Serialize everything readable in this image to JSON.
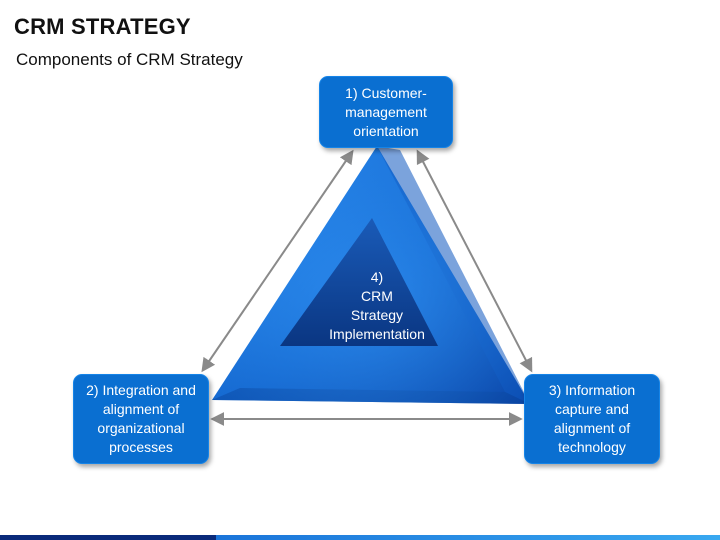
{
  "header": {
    "title": "CRM STRATEGY",
    "subtitle": "Components of CRM Strategy"
  },
  "diagram": {
    "nodes": [
      {
        "id": "1",
        "label": "1) Customer-management orientation"
      },
      {
        "id": "2",
        "label": "2) Integration and alignment of organizational processes"
      },
      {
        "id": "3",
        "label": "3) Information capture and alignment of technology"
      }
    ],
    "center": {
      "number": "4)",
      "line1": "CRM",
      "line2": "Strategy",
      "line3": "Implementation"
    },
    "connections": [
      {
        "from": "1",
        "to": "2",
        "style": "bidirectional-arrow"
      },
      {
        "from": "1",
        "to": "3",
        "style": "bidirectional-arrow"
      },
      {
        "from": "2",
        "to": "3",
        "style": "bidirectional-arrow"
      }
    ],
    "colors": {
      "node_fill": "#0a6fd1",
      "triangle_light": "#1e7fe0",
      "triangle_dark": "#0a3f9e",
      "inner_triangle": "#0b3d8a",
      "arrow": "#8a8a8a"
    }
  }
}
